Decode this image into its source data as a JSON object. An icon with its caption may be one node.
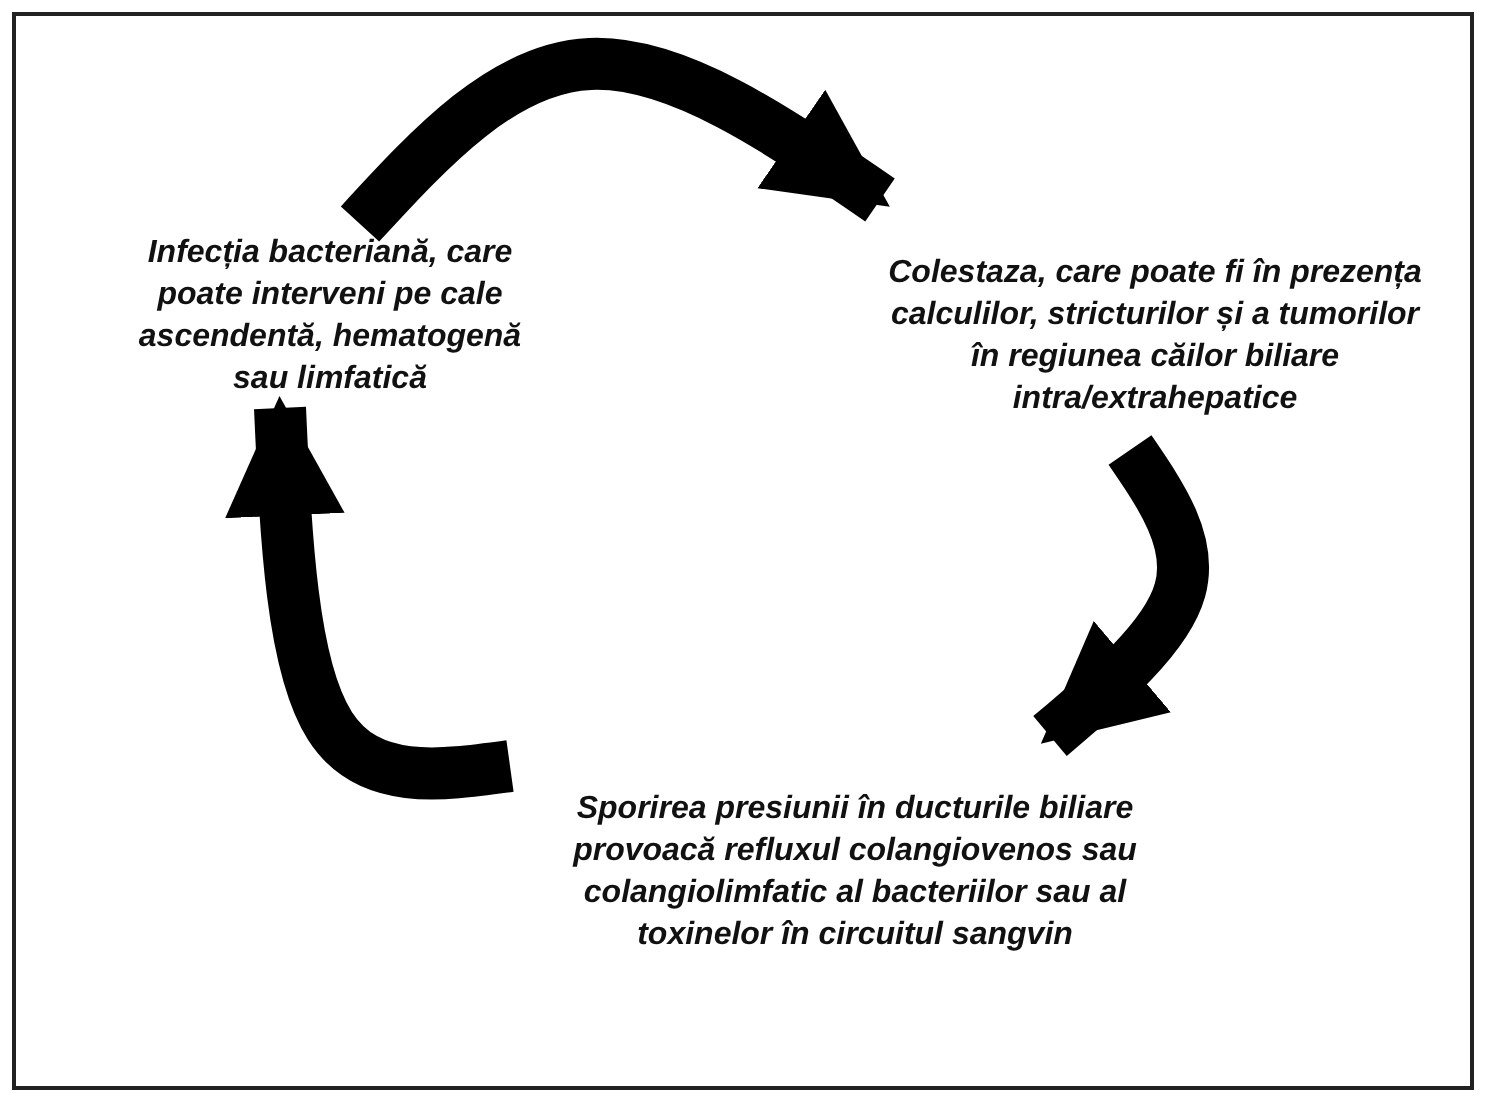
{
  "diagram": {
    "nodes": [
      {
        "text": [
          "Infecția bacteriană, care poate interveni pe cale ascendentă, hematogenă sau limfatică"
        ]
      },
      {
        "text": [
          "Colestaza, care poate fi în prezența calculilor, stricturilor și a tumorilor în regiunea căilor biliare intra/extrahepatice"
        ]
      },
      {
        "text": [
          "Sporirea presiunii în ducturile biliare provoacă refluxul colangiovenos sau colangiolimfatic al bacteriilor sau al toxinelor în circuitul sangvin"
        ]
      }
    ],
    "edges": [
      {
        "from": 0,
        "to": 1,
        "arrow": "to"
      },
      {
        "from": 1,
        "to": 2,
        "arrow": "to"
      },
      {
        "from": 2,
        "to": 0,
        "arrow": "to"
      }
    ]
  }
}
